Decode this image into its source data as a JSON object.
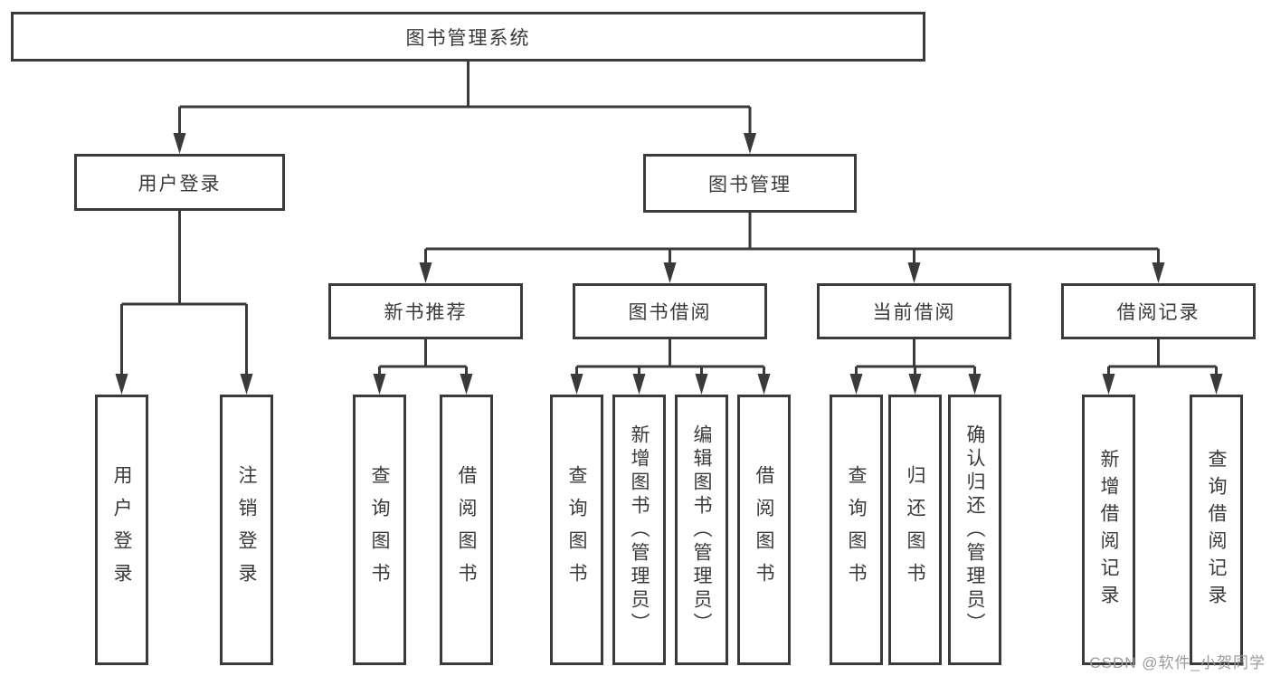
{
  "diagram": {
    "root": {
      "label": "图书管理系统"
    },
    "level2": [
      {
        "label": "用户登录"
      },
      {
        "label": "图书管理"
      }
    ],
    "level3": [
      {
        "label": "新书推荐"
      },
      {
        "label": "图书借阅"
      },
      {
        "label": "当前借阅"
      },
      {
        "label": "借阅记录"
      }
    ],
    "leaves": [
      {
        "label": "用户登录"
      },
      {
        "label": "注销登录"
      },
      {
        "label": "查询图书"
      },
      {
        "label": "借阅图书"
      },
      {
        "label": "查询图书"
      },
      {
        "label": "新增图书（管理员）"
      },
      {
        "label": "编辑图书（管理员）"
      },
      {
        "label": "借阅图书"
      },
      {
        "label": "查询图书"
      },
      {
        "label": "归还图书"
      },
      {
        "label": "确认归还（管理员）"
      },
      {
        "label": "新增借阅记录"
      },
      {
        "label": "查询借阅记录"
      }
    ]
  },
  "watermark": {
    "text": "CSDN @软件_小贺同学"
  },
  "colors": {
    "line": "#3a3a3a",
    "text": "#3a3a3a",
    "watermark": "#9b9b9b",
    "background": "#ffffff"
  }
}
